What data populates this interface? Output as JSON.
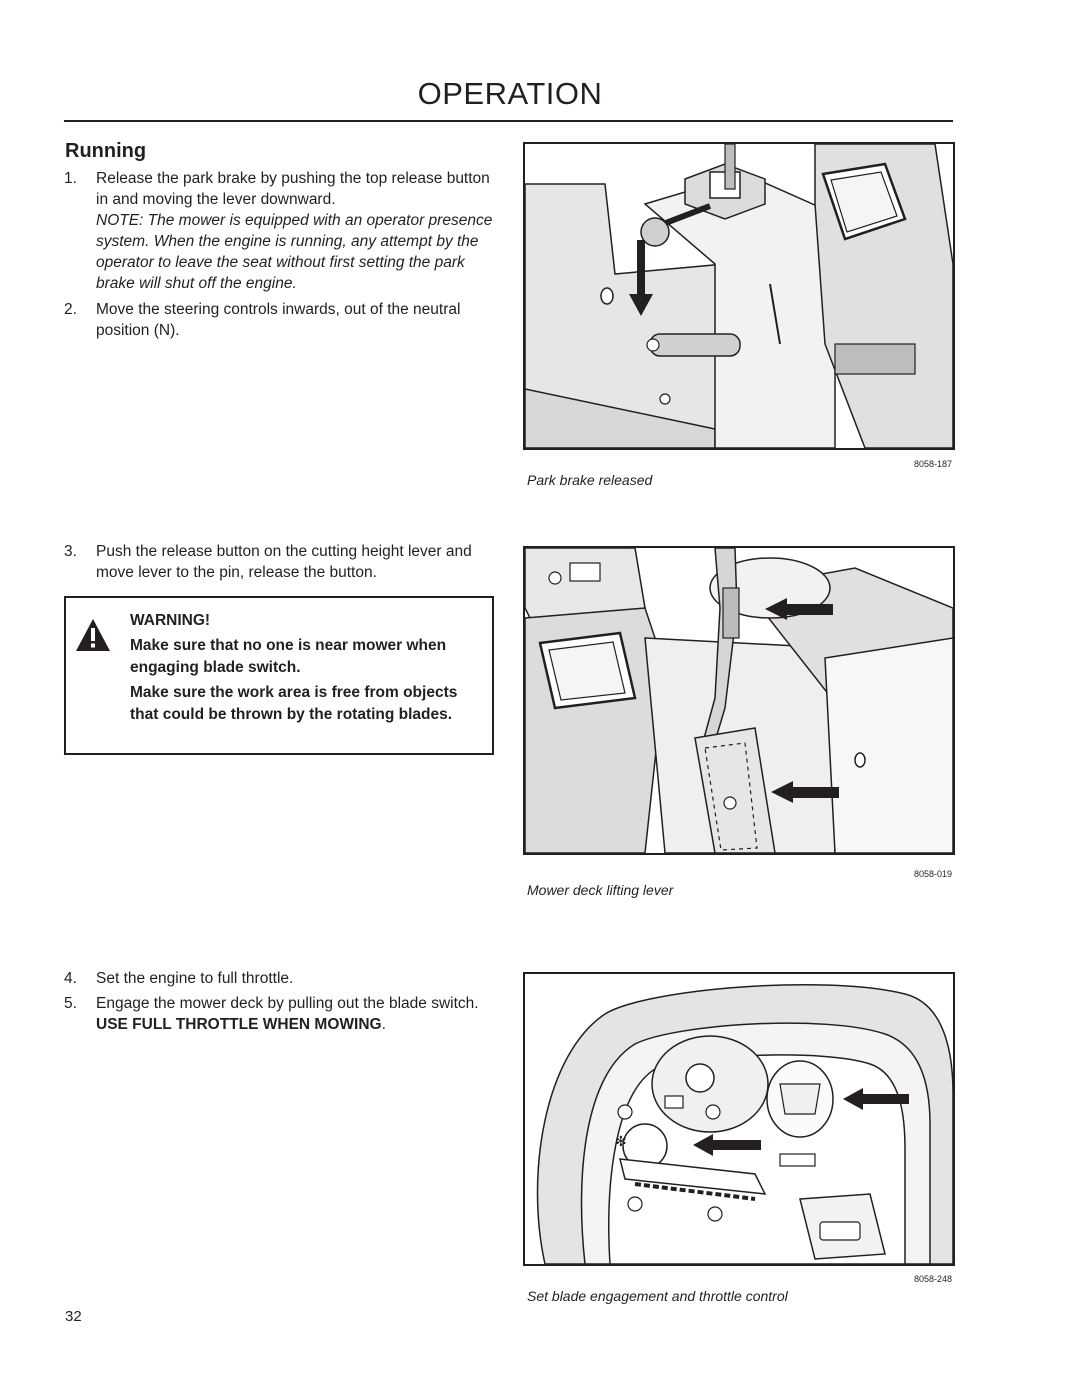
{
  "header": {
    "title": "OPERATION"
  },
  "section": {
    "heading": "Running"
  },
  "steps": [
    {
      "num": "1.",
      "text": "Release the park brake by pushing the top release button in and moving the lever downward.",
      "note": "NOTE: The mower is equipped with an operator presence system. When the engine is running, any attempt by the operator to leave the seat without first setting the park brake will shut off the engine."
    },
    {
      "num": "2.",
      "text": "Move the steering controls inwards, out of the neutral position (N)."
    },
    {
      "num": "3.",
      "text": "Push the release button on the cutting height lever and move lever to the pin, release the button."
    },
    {
      "num": "4.",
      "text": "Set the engine to full throttle."
    },
    {
      "num": "5.",
      "text_before": "Engage the mower deck by pulling out the blade switch. ",
      "text_bold": "USE FULL THROTTLE WHEN MOWING",
      "text_after": "."
    }
  ],
  "warning": {
    "title": "WARNING!",
    "line1": "Make sure that no one is near mower when engaging blade switch.",
    "line2": "Make sure the work area is free from objects that could be thrown by the rotating blades."
  },
  "figures": [
    {
      "code": "8058-187",
      "caption": "Park brake released"
    },
    {
      "code": "8058-019",
      "caption": "Mower deck lifting lever"
    },
    {
      "code": "8058-248",
      "caption": "Set blade engagement and throttle control"
    }
  ],
  "page_number": "32"
}
